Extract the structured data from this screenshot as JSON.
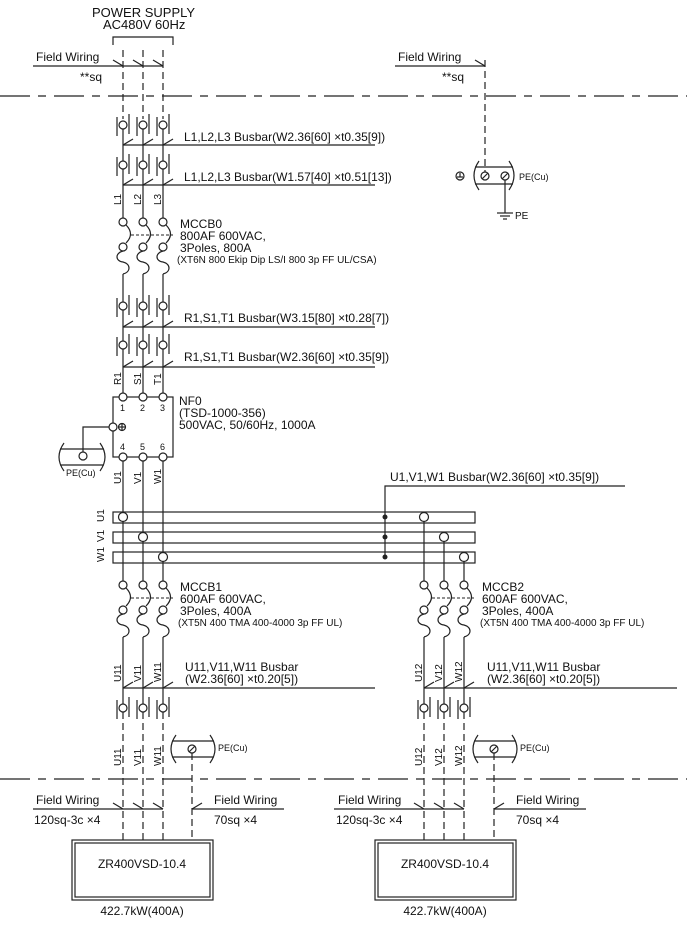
{
  "supply": {
    "title": "POWER SUPPLY",
    "spec": "AC480V 60Hz"
  },
  "incoming": {
    "field_wiring": "Field Wiring",
    "size": "**sq"
  },
  "pe_incoming": {
    "field_wiring": "Field Wiring",
    "size": "**sq",
    "terminal": "PE(Cu)",
    "earth": "PE"
  },
  "busbars": {
    "l_1": "L1,L2,L3 Busbar(W2.36[60] ×t0.35[9])",
    "l_2": "L1,L2,L3 Busbar(W1.57[40] ×t0.51[13])",
    "r_1": "R1,S1,T1 Busbar(W3.15[80] ×t0.28[7])",
    "r_2": "R1,S1,T1 Busbar(W2.36[60] ×t0.35[9])",
    "u": "U1,V1,W1 Busbar(W2.36[60] ×t0.35[9])"
  },
  "phases": {
    "line": [
      "L1",
      "L2",
      "L3"
    ],
    "filter_in": [
      "R1",
      "S1",
      "T1"
    ],
    "filter_out": [
      "U1",
      "V1",
      "W1"
    ],
    "bars": [
      "U1",
      "V1",
      "W1"
    ]
  },
  "mccb0": {
    "name": "MCCB0",
    "rating": "800AF 600VAC,",
    "poles": "3Poles, 800A",
    "model": "(XT6N 800 Ekip Dip LS/I 800 3p FF UL/CSA)"
  },
  "nf0": {
    "name": "NF0",
    "model": "(TSD-1000-356)",
    "rating": "500VAC, 50/60Hz, 1000A",
    "terminals": [
      "1",
      "2",
      "3",
      "4",
      "5",
      "6"
    ],
    "pe_terminal": "PE(Cu)"
  },
  "branches": [
    {
      "mccb": {
        "name": "MCCB1",
        "rating": "600AF 600VAC,",
        "poles": "3Poles, 400A",
        "model": "(XT5N 400 TMA 400-4000 3p FF UL)"
      },
      "phases": [
        "U11",
        "V11",
        "W11"
      ],
      "busbar_line1": "U11,V11,W11 Busbar",
      "busbar_line2": "(W2.36[60]  ×t0.20[5])",
      "pe_terminal": "PE(Cu)",
      "field_wiring_phase": "Field Wiring",
      "phase_size": "120sq-3c ×4",
      "field_wiring_pe": "Field Wiring",
      "pe_size": "70sq ×4",
      "load": "ZR400VSD-10.4",
      "load_rating": "422.7kW(400A)"
    },
    {
      "mccb": {
        "name": "MCCB2",
        "rating": "600AF 600VAC,",
        "poles": "3Poles, 400A",
        "model": "(XT5N 400 TMA 400-4000 3p FF UL)"
      },
      "phases": [
        "U12",
        "V12",
        "W12"
      ],
      "busbar_line1": "U11,V11,W11 Busbar",
      "busbar_line2": "(W2.36[60]  ×t0.20[5])",
      "pe_terminal": "PE(Cu)",
      "field_wiring_phase": "Field Wiring",
      "phase_size": "120sq-3c ×4",
      "field_wiring_pe": "Field Wiring",
      "pe_size": "70sq ×4",
      "load": "ZR400VSD-10.4",
      "load_rating": "422.7kW(400A)"
    }
  ]
}
